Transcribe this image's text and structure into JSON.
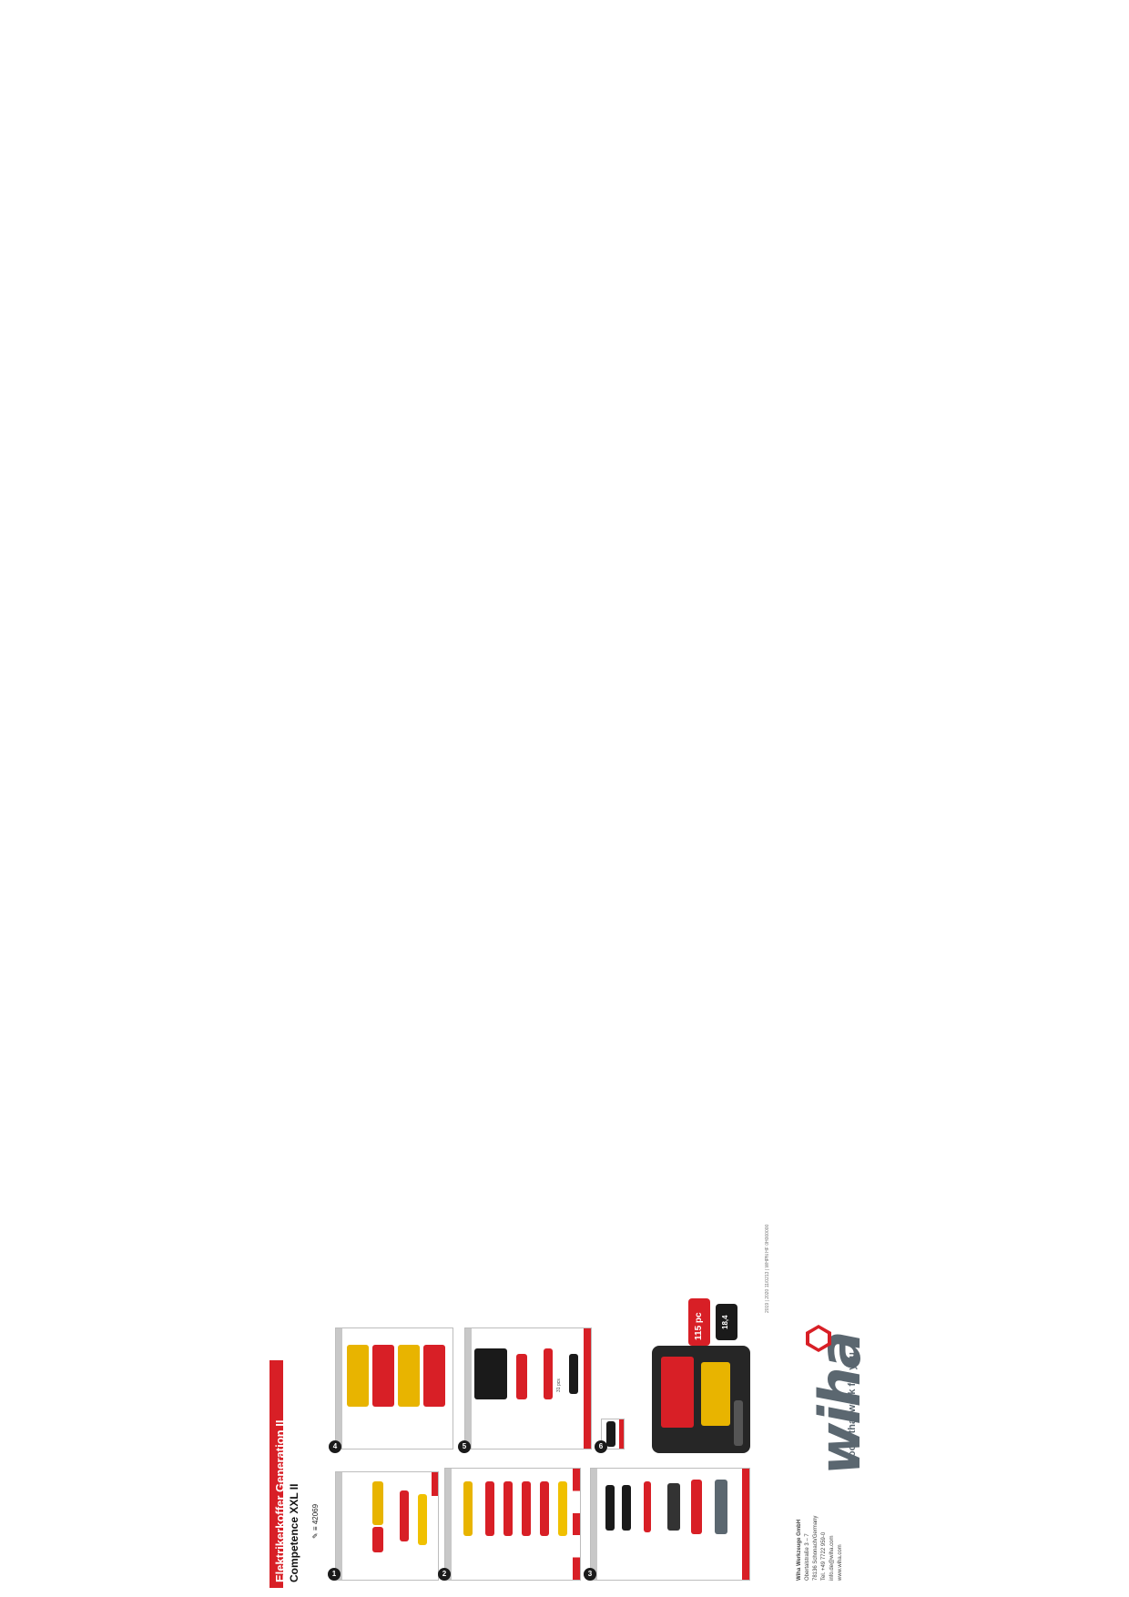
{
  "header": {
    "title": "Elektrikerkoffer Generation II",
    "subtitle": "Competence XXL II",
    "article_number": "42069"
  },
  "caption": "2019 | 2020 11/0213 | WHPN HF 0H000000",
  "panels": [
    {
      "number": "1"
    },
    {
      "number": "2"
    },
    {
      "number": "3"
    },
    {
      "number": "4"
    },
    {
      "number": "5"
    },
    {
      "number": "6"
    }
  ],
  "panel5_extra": "31 pcs",
  "badges": {
    "pieces": "115 pc",
    "weight": "18,4"
  },
  "brand": {
    "logo": "wiha",
    "tagline": "Tools that work for you"
  },
  "company": {
    "name": "Wiha Werkzeuge GmbH",
    "street": "Obertalstraße 3 – 7",
    "city": "78136 Schonach/Germany",
    "phone": "Tel. +49 7722 959-0",
    "email": "info.de@wiha.com",
    "web": "www.wiha.com"
  },
  "colors": {
    "accent": "#d81f26",
    "brand_grey": "#5b6770"
  }
}
